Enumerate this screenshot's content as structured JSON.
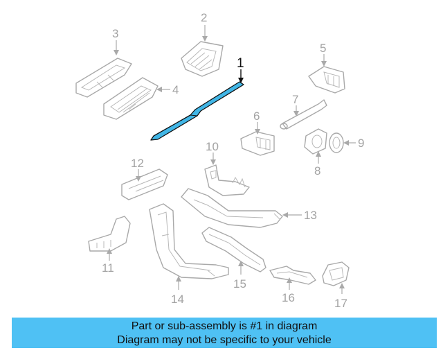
{
  "diagram": {
    "highlighted_callout": "1",
    "highlight_color": "#41b6e6",
    "callouts": [
      "1",
      "2",
      "3",
      "4",
      "5",
      "6",
      "7",
      "8",
      "9",
      "10",
      "11",
      "12",
      "13",
      "14",
      "15",
      "16",
      "17"
    ]
  },
  "footer": {
    "line1": "Part or sub-assembly is #1 in diagram",
    "line2": "Diagram may not be specific to your vehicle",
    "background": "#4fc1f4"
  }
}
